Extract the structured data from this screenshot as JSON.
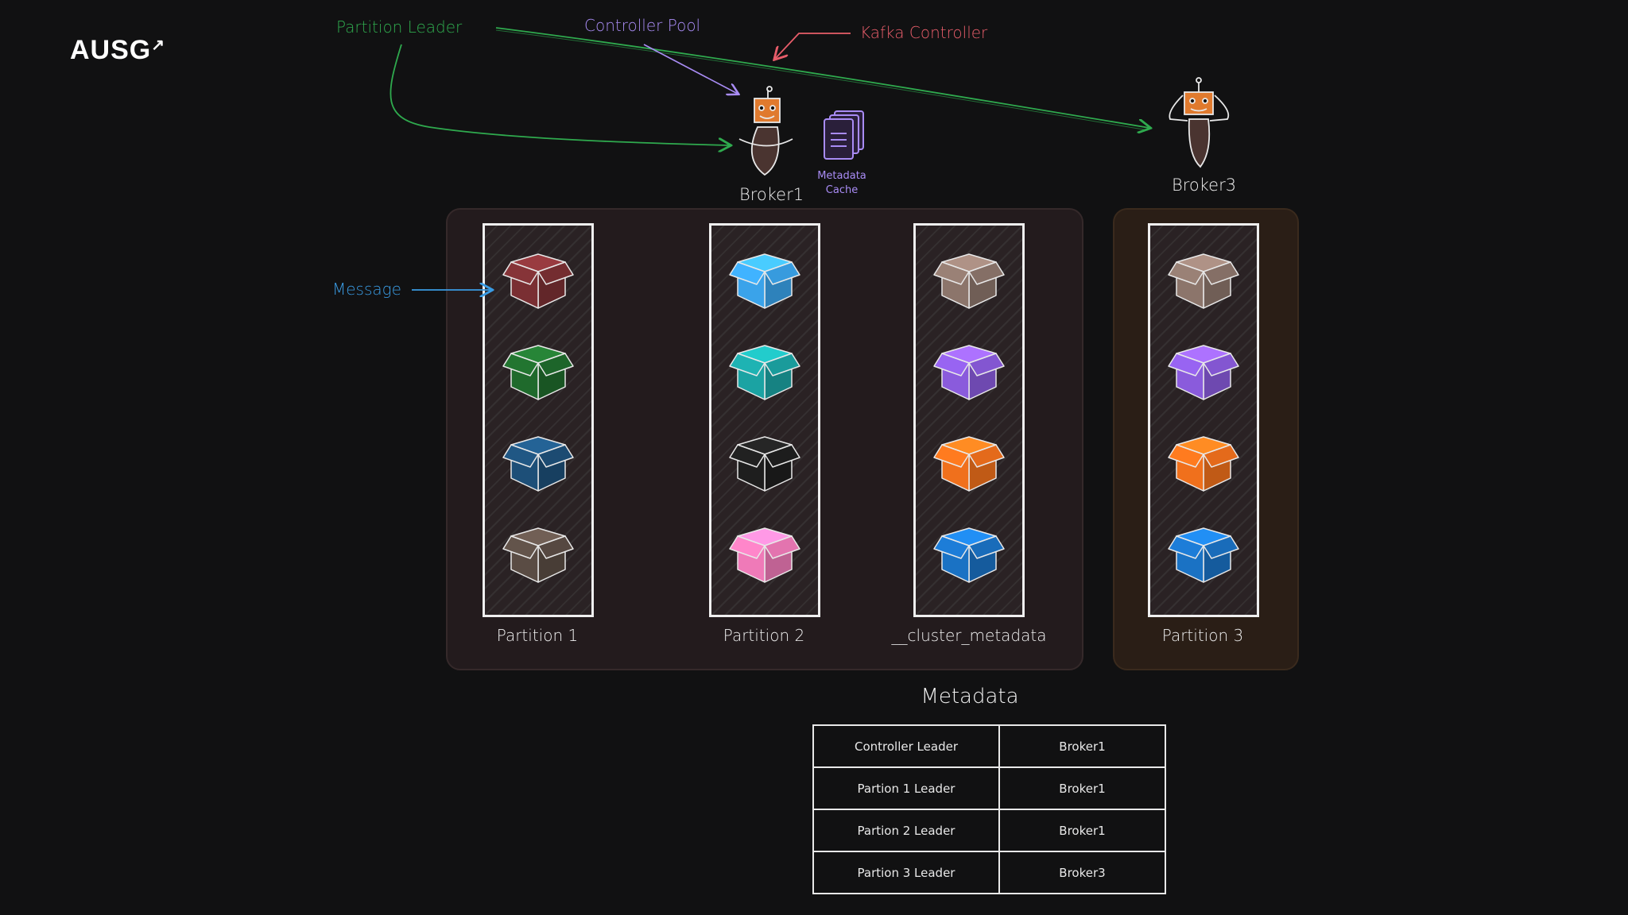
{
  "logo": {
    "text": "AUSG",
    "arrow": "↗"
  },
  "annotations": {
    "partition_leader": "Partition Leader",
    "controller_pool": "Controller Pool",
    "kafka_controller": "Kafka Controller",
    "message": "Message"
  },
  "brokers": {
    "broker1": "Broker1",
    "broker3": "Broker3"
  },
  "metadata_cache": {
    "line1": "Metadata",
    "line2": "Cache"
  },
  "partitions": [
    {
      "name": "Partition 1",
      "messages": [
        "#7a2f33",
        "#1f6a2c",
        "#1d4f78",
        "#5a4c44"
      ]
    },
    {
      "name": "Partition 2",
      "messages": [
        "#3aa3ea",
        "#1ba3a3",
        "#1e1e1e",
        "#ef7ab8"
      ]
    },
    {
      "name": "__cluster_metadata",
      "messages": [
        "#8c756b",
        "#8a5bdc",
        "#f0701c",
        "#1a72c4"
      ]
    },
    {
      "name": "Partition 3",
      "messages": [
        "#8c756b",
        "#8a5bdc",
        "#f0701c",
        "#1a72c4"
      ]
    }
  ],
  "metadata": {
    "title": "Metadata",
    "rows": [
      {
        "key": "Controller Leader",
        "value": "Broker1"
      },
      {
        "key": "Partion 1 Leader",
        "value": "Broker1"
      },
      {
        "key": "Partion 2 Leader",
        "value": "Broker1"
      },
      {
        "key": "Partion 3 Leader",
        "value": "Broker3"
      }
    ]
  },
  "colors": {
    "background": "#111112",
    "partition_leader": "#2faa4e",
    "controller_pool": "#a98cf5",
    "kafka_controller": "#e85d6a",
    "message": "#3a9be3",
    "broker_group": "#231b1d",
    "broker3_group": "#2a1e16"
  }
}
